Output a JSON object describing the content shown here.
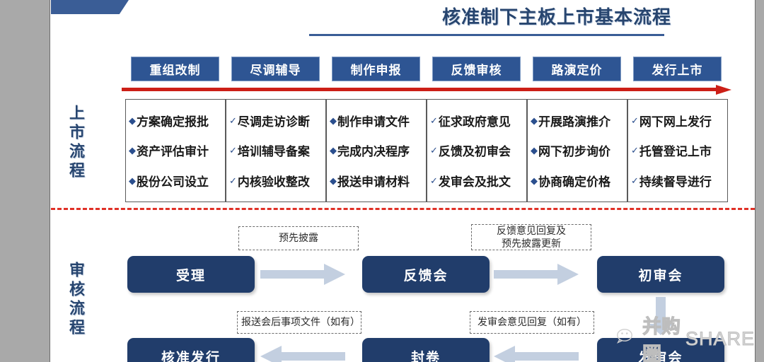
{
  "slide": {
    "title": "核准制下主板上市基本流程",
    "side_labels": {
      "listing": "上市流程",
      "review": "审核流程"
    }
  },
  "listing_flow": {
    "arrow": "red-right-arrow",
    "stages": [
      {
        "header": "重组改制",
        "bullet": "diamond",
        "items": [
          "方案确定报批",
          "资产评估审计",
          "股份公司设立"
        ]
      },
      {
        "header": "尽调辅导",
        "bullet": "check",
        "items": [
          "尽调走访诊断",
          "培训辅导备案",
          "内核验收整改"
        ]
      },
      {
        "header": "制作申报",
        "bullet": "diamond",
        "items": [
          "制作申请文件",
          "完成内决程序",
          "报送申请材料"
        ]
      },
      {
        "header": "反馈审核",
        "bullet": "check",
        "items": [
          "征求政府意见",
          "反馈及初审会",
          "发审会及批文"
        ]
      },
      {
        "header": "路演定价",
        "bullet": "diamond",
        "items": [
          "开展路演推介",
          "网下初步询价",
          "协商确定价格"
        ]
      },
      {
        "header": "发行上市",
        "bullet": "check",
        "items": [
          "网下网上发行",
          "托管登记上市",
          "持续督导进行"
        ]
      }
    ]
  },
  "review_flow": {
    "row1": {
      "boxes": [
        "受理",
        "反馈会",
        "初审会"
      ],
      "notes": [
        "预先披露",
        "反馈意见回复及\n预先披露更新"
      ]
    },
    "row2": {
      "boxes": [
        "核准发行",
        "封卷",
        "发审会"
      ],
      "notes": [
        "报送会后事项文件（如有）",
        "发审会意见回复（如有）"
      ]
    }
  },
  "watermark": {
    "icon": "wechat-icon",
    "cn": "并购圈",
    "en": "SHARE"
  },
  "colors": {
    "title_blue": "#27456f",
    "header_blue": "#2e5593",
    "box_navy": "#213d6b",
    "arrow_red": "#cc1f17",
    "divider_red": "#e03027",
    "flow_arrow_gray": "#c3cfe0"
  },
  "bullets": {
    "diamond": "◆",
    "check": "✓"
  }
}
